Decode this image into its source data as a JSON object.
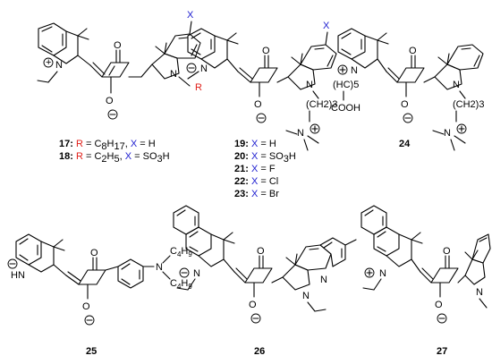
{
  "compounds": [
    {
      "id": "17",
      "caption": [
        {
          "num": "17",
          "parts": [
            [
              "R",
              "red"
            ],
            [
              " = C",
              ""
            ],
            [
              "8",
              "sub"
            ],
            [
              "H",
              ""
            ],
            [
              "17",
              "sub"
            ],
            [
              ", ",
              ""
            ],
            [
              "X",
              "blue"
            ],
            [
              " = H",
              ""
            ]
          ]
        }
      ]
    },
    {
      "id": "18",
      "caption": [
        {
          "num": "18",
          "parts": [
            [
              "R",
              "red"
            ],
            [
              " = C",
              ""
            ],
            [
              "2",
              "sub"
            ],
            [
              "H",
              ""
            ],
            [
              "5",
              "sub"
            ],
            [
              ", ",
              ""
            ],
            [
              "X",
              "blue"
            ],
            [
              " = SO",
              ""
            ],
            [
              "3",
              "sub"
            ],
            [
              "H",
              ""
            ]
          ]
        }
      ]
    },
    {
      "id": "19",
      "caption": [
        {
          "num": "19",
          "parts": [
            [
              "X",
              "blue"
            ],
            [
              " = H",
              ""
            ]
          ]
        }
      ]
    },
    {
      "id": "20",
      "caption": [
        {
          "num": "20",
          "parts": [
            [
              "X",
              "blue"
            ],
            [
              " = SO",
              ""
            ],
            [
              "3",
              "sub"
            ],
            [
              "H",
              ""
            ]
          ]
        }
      ]
    },
    {
      "id": "21",
      "caption": [
        {
          "num": "21",
          "parts": [
            [
              "X",
              "blue"
            ],
            [
              " = F",
              ""
            ]
          ]
        }
      ]
    },
    {
      "id": "22",
      "caption": [
        {
          "num": "22",
          "parts": [
            [
              "X",
              "blue"
            ],
            [
              " = Cl",
              ""
            ]
          ]
        }
      ]
    },
    {
      "id": "23",
      "caption": [
        {
          "num": "23",
          "parts": [
            [
              "X",
              "blue"
            ],
            [
              " = Br",
              ""
            ]
          ]
        }
      ]
    }
  ],
  "labels": {
    "c24": "24",
    "c25": "25",
    "c26": "26",
    "c27": "27"
  },
  "atoms": {
    "X": "X",
    "R": "R",
    "N": "N",
    "O": "O",
    "HN": "HN",
    "ch2_3": "(CH2)3",
    "hc_5": "(HC)5",
    "cooh": "COOH",
    "c4h9": "C4H9"
  },
  "colors": {
    "R": "#e0201a",
    "X": "#2020d0",
    "bond": "#000000"
  }
}
